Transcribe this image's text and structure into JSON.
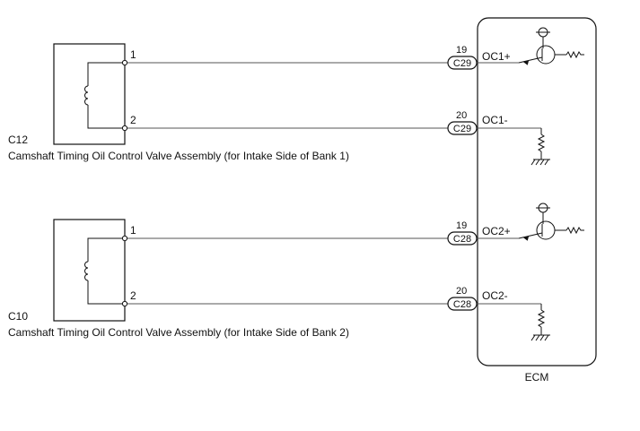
{
  "colors": {
    "line": "#111111",
    "wire": "#555555",
    "background": "#ffffff"
  },
  "components": [
    {
      "code": "C12",
      "name": "Camshaft Timing Oil Control Valve Assembly (for Intake Side of Bank 1)",
      "pins": [
        "1",
        "2"
      ]
    },
    {
      "code": "C10",
      "name": "Camshaft Timing Oil Control Valve Assembly (for Intake Side of Bank 2)",
      "pins": [
        "1",
        "2"
      ]
    }
  ],
  "ecm": {
    "label": "ECM",
    "terminals": [
      {
        "pin": "19",
        "connector": "C29",
        "signal": "OC1+"
      },
      {
        "pin": "20",
        "connector": "C29",
        "signal": "OC1-"
      },
      {
        "pin": "19",
        "connector": "C28",
        "signal": "OC2+"
      },
      {
        "pin": "20",
        "connector": "C28",
        "signal": "OC2-"
      }
    ]
  }
}
